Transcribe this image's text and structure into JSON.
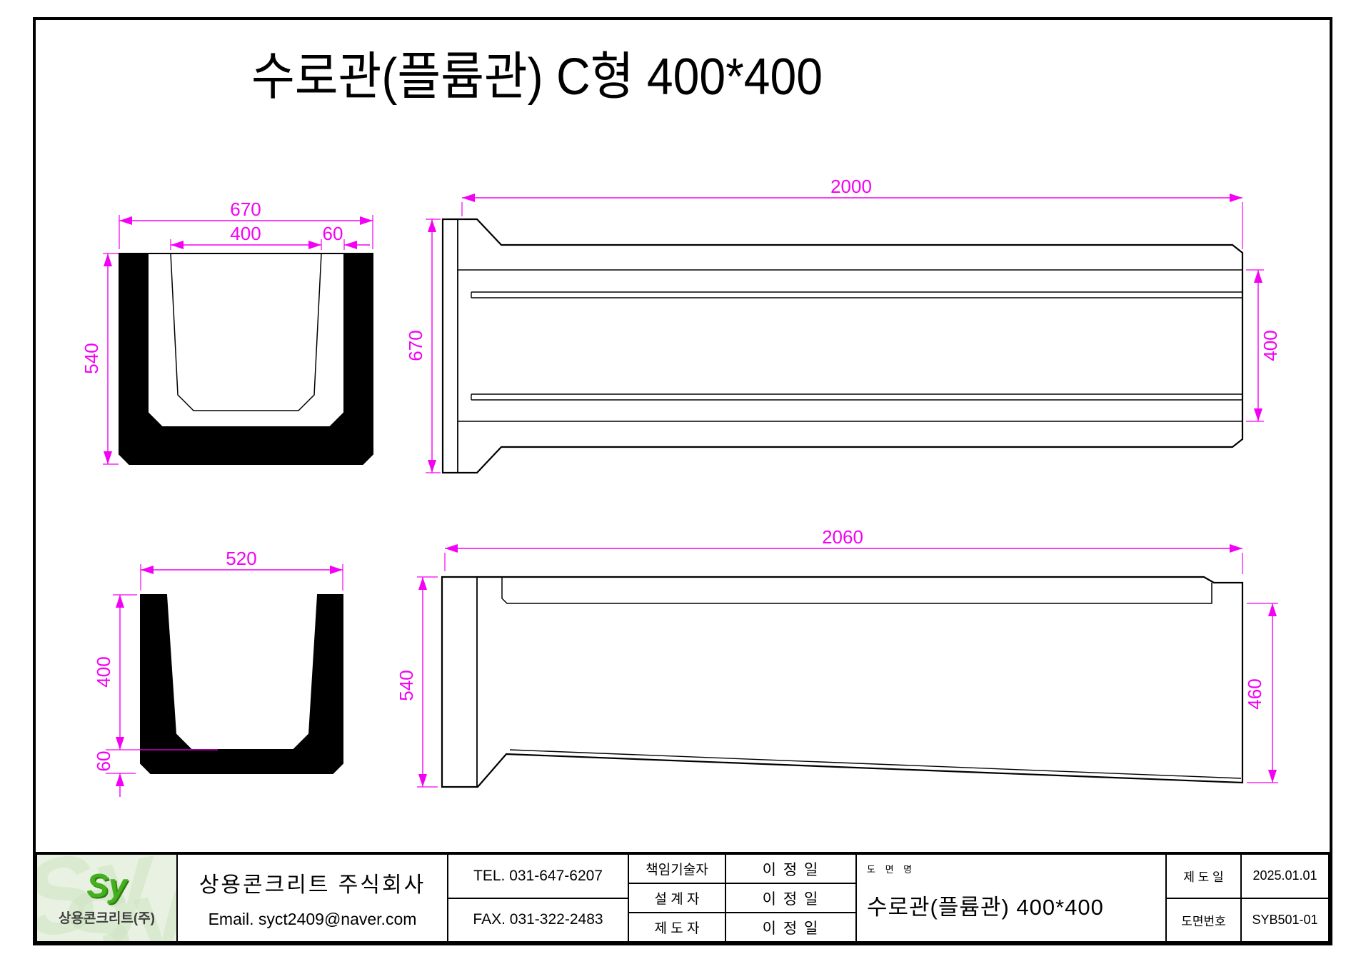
{
  "page": {
    "title": "수로관(플륨관) C형 400*400"
  },
  "colors": {
    "dimension": "#f400f4",
    "line": "#000000",
    "logo_green": "#44b01f",
    "logo_background": "#e9f2e2"
  },
  "dims": {
    "socket_section": {
      "outer_width": "670",
      "inner_width": "400",
      "wall": "60",
      "height": "540"
    },
    "plan_view": {
      "length": "2000",
      "outer_width": "670",
      "inner_width": "400"
    },
    "spigot_section": {
      "top_width": "520",
      "inner_height": "400",
      "base_thickness": "60"
    },
    "side_view": {
      "length": "2060",
      "socket_height": "540",
      "body_height": "460"
    }
  },
  "title_block": {
    "logo": {
      "mark": "Sy",
      "name": "상용콘크리트(주)",
      "watermark": "S"
    },
    "company": "상용콘크리트 주식회사",
    "email": "Email. syct2409@naver.com",
    "tel": "TEL. 031-647-6207",
    "fax": "FAX. 031-322-2483",
    "roles": [
      {
        "label": "책임기술자",
        "value": "이 정 일"
      },
      {
        "label": "설 계 자",
        "value": "이 정 일"
      },
      {
        "label": "제 도 자",
        "value": "이 정 일"
      }
    ],
    "drawing_name_label": "도 면 명",
    "drawing_name": "수로관(플륨관) 400*400",
    "date_label": "제 도 일",
    "date": "2025.01.01",
    "number_label": "도면번호",
    "number": "SYB501-01"
  }
}
